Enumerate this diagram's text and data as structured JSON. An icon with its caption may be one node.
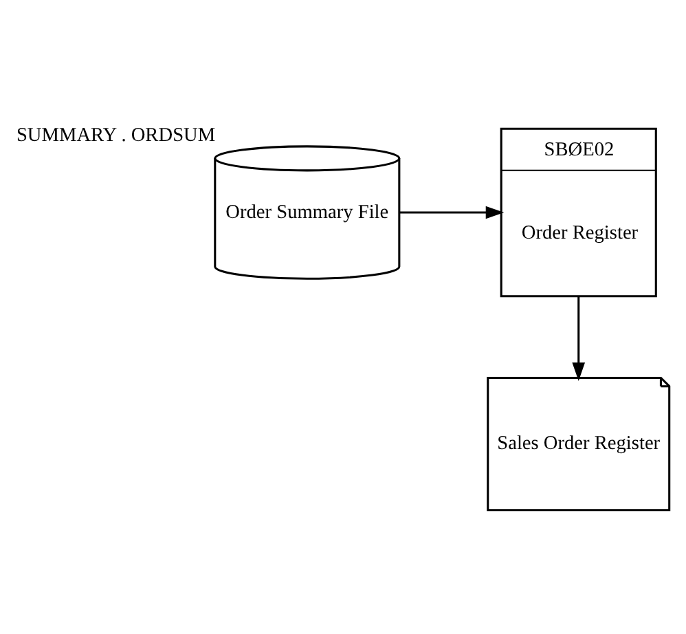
{
  "diagram": {
    "nodes": [
      {
        "text": [
          "Order Summary File"
        ],
        "beside": [
          "SUMMARY . ORDSUM"
        ]
      },
      {
        "text": [
          "SBØE02",
          "Order Register"
        ]
      },
      {
        "text": [
          "Sales Order Register"
        ]
      }
    ],
    "edges": [
      {
        "from": 0,
        "to": 1,
        "arrow": "to"
      },
      {
        "from": 1,
        "to": 2,
        "arrow": "to"
      }
    ]
  }
}
